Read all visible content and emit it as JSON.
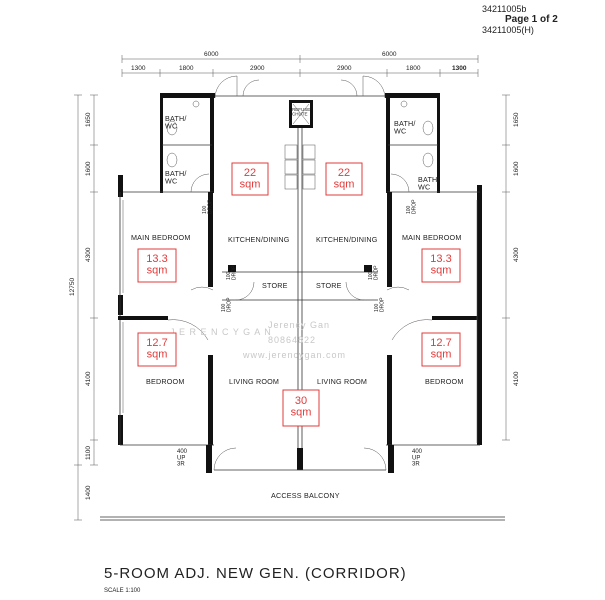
{
  "header": {
    "code_top": "34211005b",
    "page": "Page 1 of 2",
    "code_bottom": "34211005(H)"
  },
  "dimensions": {
    "top_total_left": "6000",
    "top_total_right": "6000",
    "top_segments": [
      "1300",
      "1800",
      "2900",
      "2900",
      "1800",
      "1300"
    ],
    "left_segments": [
      "1650",
      "1600",
      "4300",
      "4100",
      "1100"
    ],
    "left_total": "12750",
    "left_balcony": "1400",
    "right_segments": [
      "1650",
      "1600",
      "4300",
      "4100"
    ]
  },
  "rooms": {
    "bath_left_top": "BATH/\nWC",
    "bath_left_bottom": "BATH/\nWC",
    "bath_right_top": "BATH/\nWC",
    "bath_right_bottom": "BATH/\nWC",
    "refuse_chute": "REFUSE\nCHUTE",
    "drop_left_top": "100\nDROP",
    "drop_left_mid": "100\nDROP",
    "drop_right_top": "100\nDROP",
    "drop_right_mid": "100\nDROP",
    "drop_left_low": "100\nDROP",
    "drop_right_low": "100\nDROP",
    "kitchen_left": "KITCHEN/DINING",
    "kitchen_right": "KITCHEN/DINING",
    "main_bedroom_left": "MAIN BEDROOM",
    "main_bedroom_right": "MAIN BEDROOM",
    "store_left": "STORE",
    "store_right": "STORE",
    "bedroom_left": "BEDROOM",
    "bedroom_right": "BEDROOM",
    "living_left": "LIVING ROOM",
    "living_right": "LIVING ROOM",
    "stair_left": "400\nUP\n3R",
    "stair_right": "400\nUP\n3R",
    "access_balcony": "ACCESS BALCONY"
  },
  "areas": {
    "kitchen_left": "22\nsqm",
    "kitchen_right": "22\nsqm",
    "main_bedroom_left": "13.3\nsqm",
    "main_bedroom_right": "13.3\nsqm",
    "bedroom_left": "12.7\nsqm",
    "bedroom_right": "12.7\nsqm",
    "living": "30\nsqm"
  },
  "watermark": {
    "name": "Jerency Gan",
    "phone": "80864822",
    "site": "www.jerencygan.com",
    "letters": "J E R E N C Y   G A N"
  },
  "footer": {
    "title": "5-ROOM ADJ. NEW GEN. (CORRIDOR)",
    "scale": "SCALE 1:100"
  },
  "colors": {
    "area_label": "#e23b3b",
    "wall": "#111111",
    "watermark": "#c8c8c8"
  }
}
